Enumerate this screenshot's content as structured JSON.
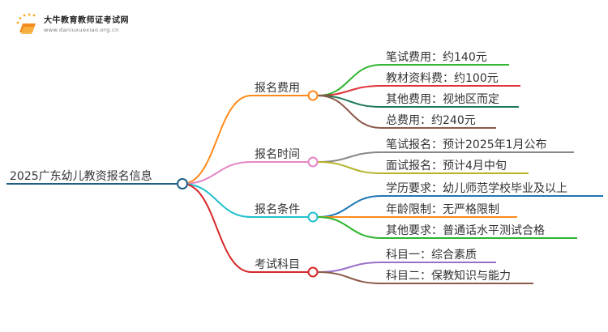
{
  "logo": {
    "icon": "book-logo-icon",
    "title": "大牛教育教师证考试网",
    "url": "www.daniuxuexiao.org.cn"
  },
  "root": {
    "label": "2025广东幼儿教资报名信息",
    "color": "#1f5f86"
  },
  "branches": [
    {
      "label": "报名费用",
      "color": "#ff8a1c",
      "children": [
        {
          "label": "笔试费用：约140元",
          "color": "#2fb52f"
        },
        {
          "label": "教材资料费：约100元",
          "color": "#e0323a"
        },
        {
          "label": "其他费用：视地区而定",
          "color": "#1f7a5a"
        },
        {
          "label": "总费用：约240元",
          "color": "#8c5a4a"
        }
      ]
    },
    {
      "label": "报名时间",
      "color": "#e685c5",
      "children": [
        {
          "label": "笔试报名：预计2025年1月公布",
          "color": "#888888"
        },
        {
          "label": "面试报名：预计4月中旬",
          "color": "#b4b428"
        }
      ]
    },
    {
      "label": "报名条件",
      "color": "#23c0cf",
      "children": [
        {
          "label": "学历要求：幼儿师范学校毕业及以上",
          "color": "#1f77b4"
        },
        {
          "label": "年龄限制：无严格限制",
          "color": "#ff8a1c"
        },
        {
          "label": "其他要求：普通话水平测试合格",
          "color": "#2fb52f"
        }
      ]
    },
    {
      "label": "考试科目",
      "color": "#d62728",
      "children": [
        {
          "label": "科目一：综合素质",
          "color": "#9b6fc9"
        },
        {
          "label": "科目二：保教知识与能力",
          "color": "#8c5a4a"
        }
      ]
    }
  ]
}
